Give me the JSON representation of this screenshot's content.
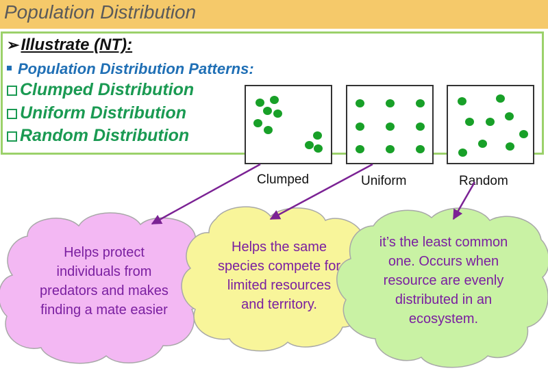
{
  "header": {
    "title": "Population Distribution"
  },
  "content": {
    "illustrate_arrow": "➢",
    "illustrate": "Illustrate (NT):",
    "patterns_heading": "Population Distribution Patterns:",
    "items": [
      "Clumped Distribution",
      "Uniform Distribution",
      "Random Distribution"
    ]
  },
  "patterns": [
    {
      "label": "Clumped"
    },
    {
      "label": "Uniform"
    },
    {
      "label": "Random"
    }
  ],
  "clouds": [
    {
      "text": "Helps protect individuals from predators and makes finding a mate easier",
      "color": "#f3b8f3"
    },
    {
      "text": "Helps the same species compete for limited resources and territory.",
      "color": "#f8f59a"
    },
    {
      "text": "it’s the least common one. Occurs when resource are evenly distributed in an ecosystem.",
      "color": "#c9f2a4"
    }
  ],
  "colors": {
    "header_bg": "#f5c96a",
    "box_border": "#9bd16a",
    "dot": "#18a028",
    "arrow": "#7b2294",
    "cloud_text": "#7a1fa0"
  }
}
